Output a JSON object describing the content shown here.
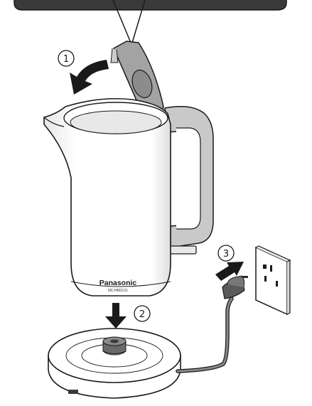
{
  "brand": {
    "name": "Panasonic",
    "model": "NC-HKD121"
  },
  "steps": [
    {
      "number": "1"
    },
    {
      "number": "2"
    },
    {
      "number": "3"
    }
  ],
  "colors": {
    "outline": "#1a1a1a",
    "body": "#ffffff",
    "interior": "#e8e8e8",
    "lid": "#a3a3a3",
    "handle": "#c9c9c9",
    "cord": "#8a8a8a",
    "arrow": "#1a1a1a"
  }
}
